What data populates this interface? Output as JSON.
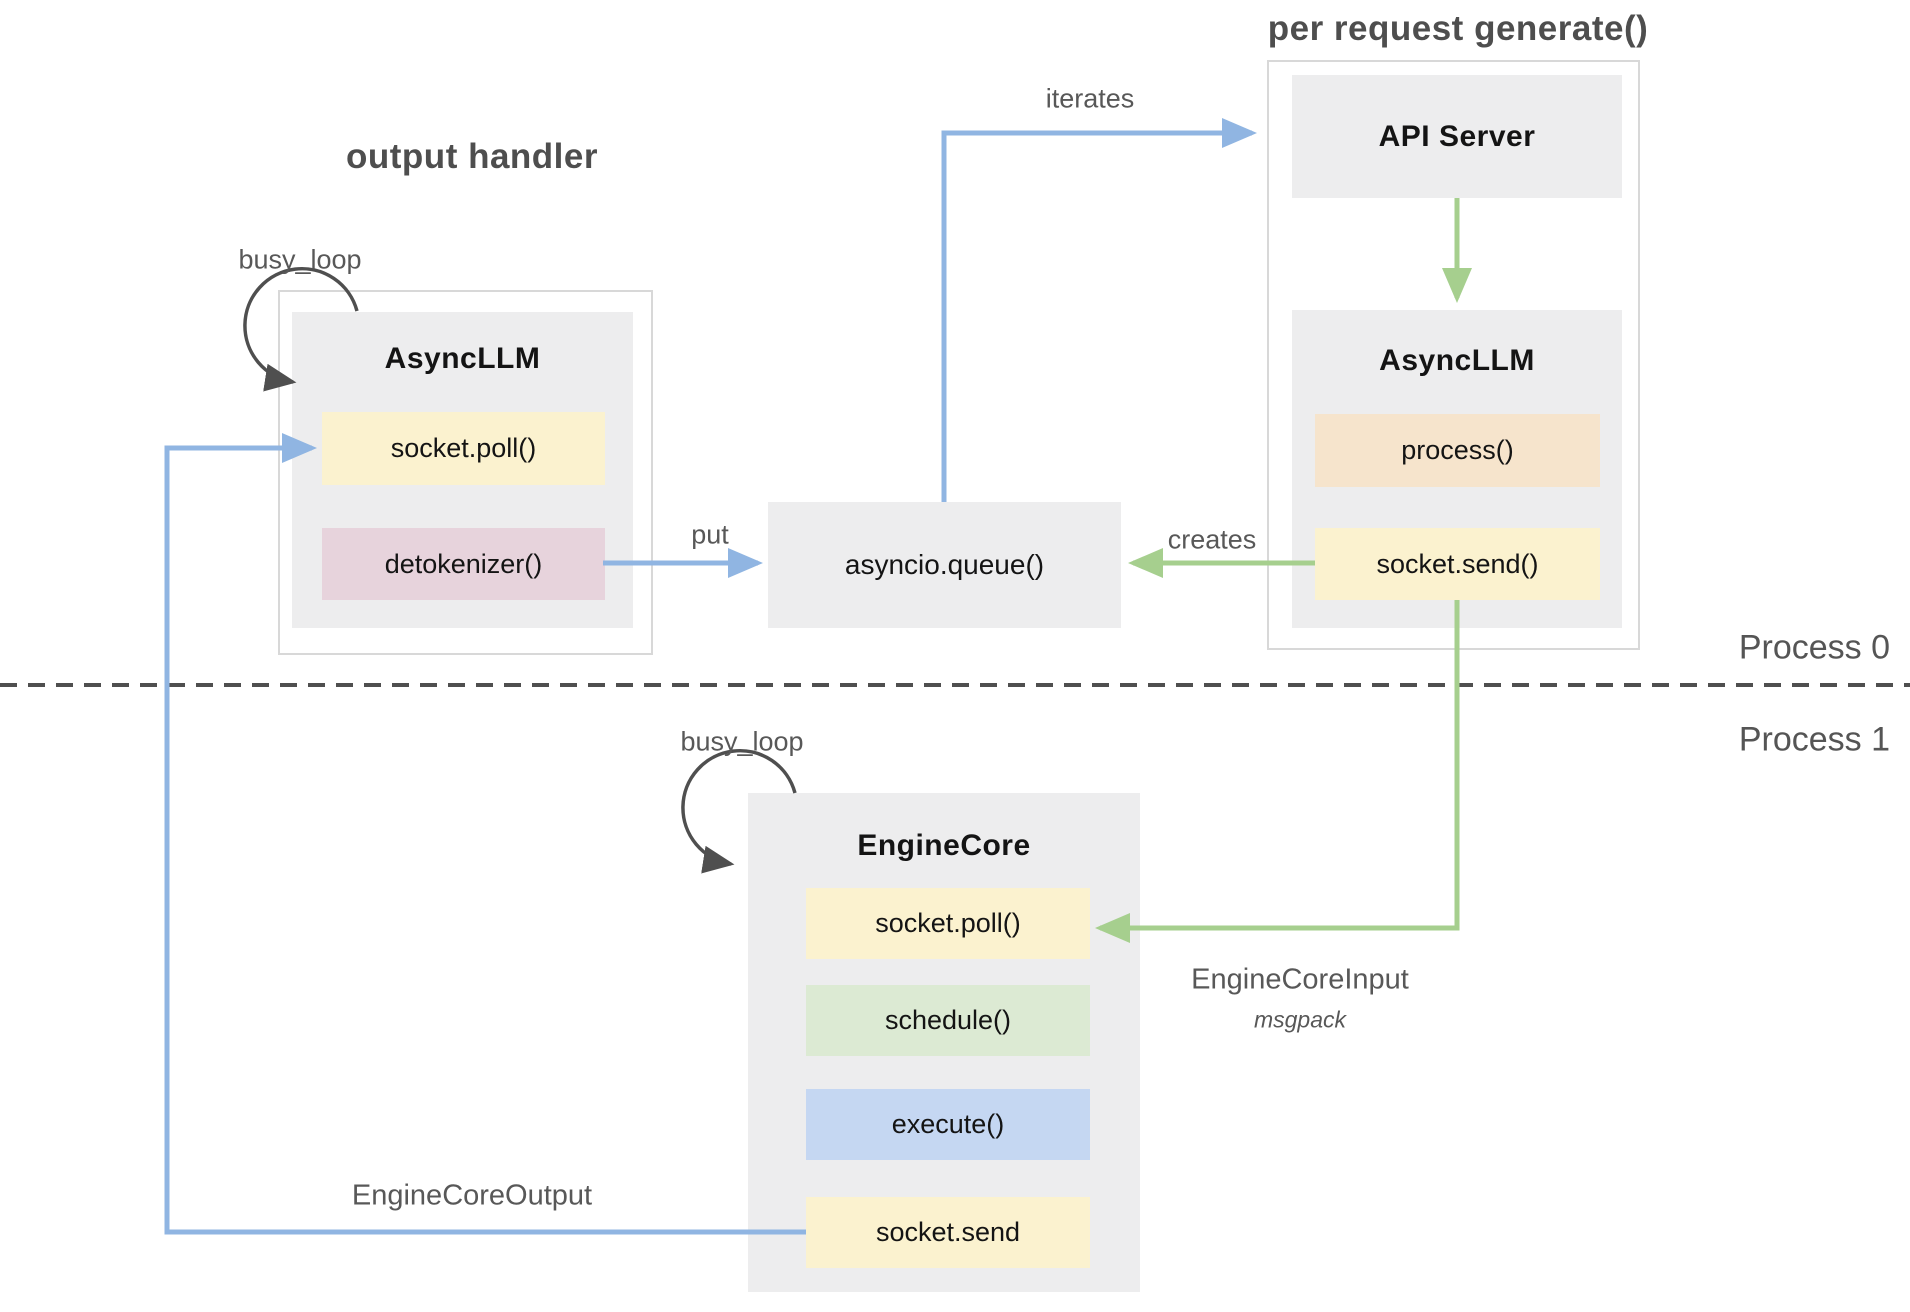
{
  "titles": {
    "output_handler": "output handler",
    "per_request_generate": "per request generate()"
  },
  "process_labels": {
    "process0": "Process 0",
    "process1": "Process 1"
  },
  "nodes": {
    "async_llm_left": {
      "title": "AsyncLLM",
      "items": [
        {
          "label": "socket.poll()",
          "color": "#fbf2cf"
        },
        {
          "label": "detokenizer()",
          "color": "#e7d3dc"
        }
      ]
    },
    "api_server": {
      "title": "API Server"
    },
    "async_llm_right": {
      "title": "AsyncLLM",
      "items": [
        {
          "label": "process()",
          "color": "#f6e4cc"
        },
        {
          "label": "socket.send()",
          "color": "#fbf2cf"
        }
      ]
    },
    "queue": {
      "label": "asyncio.queue()"
    },
    "engine_core": {
      "title": "EngineCore",
      "items": [
        {
          "label": "socket.poll()",
          "color": "#fbf2cf"
        },
        {
          "label": "schedule()",
          "color": "#dcead3"
        },
        {
          "label": "execute()",
          "color": "#c5d7f2"
        },
        {
          "label": "socket.send",
          "color": "#fbf2cf"
        }
      ]
    }
  },
  "edges": {
    "busy_loop_top": "busy_loop",
    "busy_loop_bottom": "busy_loop",
    "put": "put",
    "creates": "creates",
    "iterates": "iterates",
    "engine_core_input": "EngineCoreInput",
    "engine_core_input_format": "msgpack",
    "engine_core_output": "EngineCoreOutput"
  },
  "colors": {
    "arrow_blue": "#90b5e2",
    "arrow_green": "#a6cf8e",
    "loop_arrow_dark": "#4f4f4f",
    "node_gray": "#ededee",
    "container_border": "#d8d8d8",
    "label_gray": "#585858",
    "item_yellow": "#fbf2cf",
    "item_peach": "#f6e4cc",
    "item_pink": "#e7d3dc",
    "item_green": "#dcead3",
    "item_blue": "#c5d7f2"
  }
}
